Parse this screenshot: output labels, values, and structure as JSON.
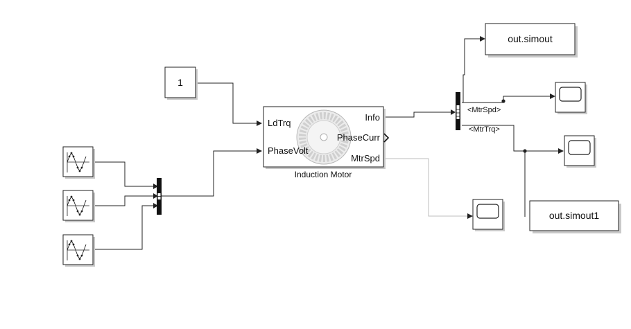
{
  "blocks": {
    "constant": {
      "value": "1"
    },
    "induction_motor": {
      "name": "Induction Motor",
      "inputs": [
        "LdTrq",
        "PhaseVolt"
      ],
      "outputs": [
        "Info",
        "PhaseCurr",
        "MtrSpd"
      ]
    },
    "to_workspace_1": {
      "label": "out.simout"
    },
    "to_workspace_2": {
      "label": "out.simout1"
    }
  },
  "signals": {
    "mtr_spd": "<MtrSpd>",
    "mtr_trq": "<MtrTrq>"
  },
  "icons": {
    "sine_wave_source": "sine-wave-icon",
    "scope": "scope-icon",
    "mux": "mux-bar",
    "bus_selector": "bus-selector-bar",
    "motor": "motor-rotor-icon"
  }
}
